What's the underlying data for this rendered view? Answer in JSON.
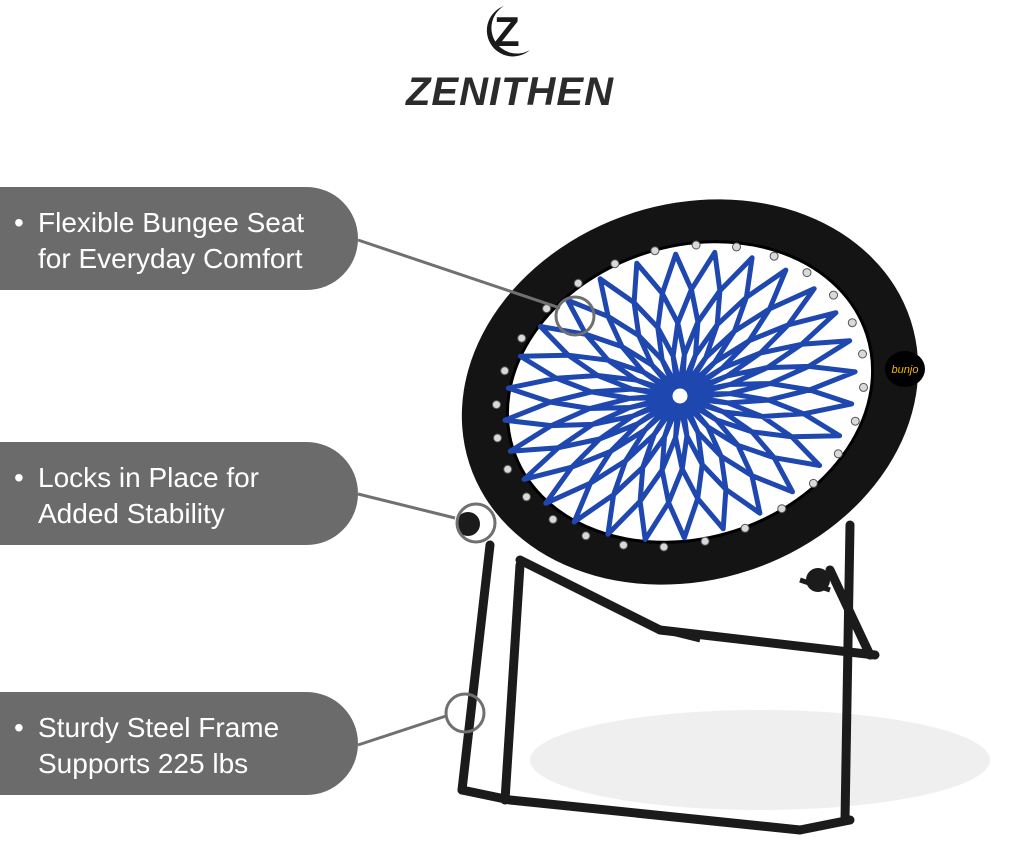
{
  "brand": {
    "name": "ZENITHEN",
    "mark_letter": "Z"
  },
  "product_badge": "bunjo",
  "callouts": [
    {
      "bullet": "•",
      "text": "Flexible Bungee Seat\nfor Everyday Comfort"
    },
    {
      "bullet": "•",
      "text": "Locks in Place for\nAdded Stability"
    },
    {
      "bullet": "•",
      "text": "Sturdy Steel Frame\nSupports 225 lbs"
    }
  ],
  "colors": {
    "callout_bg": "#6b6b6b",
    "cord": "#1f47b0",
    "frame": "#1b1b1b",
    "badge": "#f2b705",
    "brand_text": "#2b2b2b"
  },
  "icons": {
    "logo": "crescent-z-logo-icon",
    "pointer": "circle-pointer-icon"
  }
}
